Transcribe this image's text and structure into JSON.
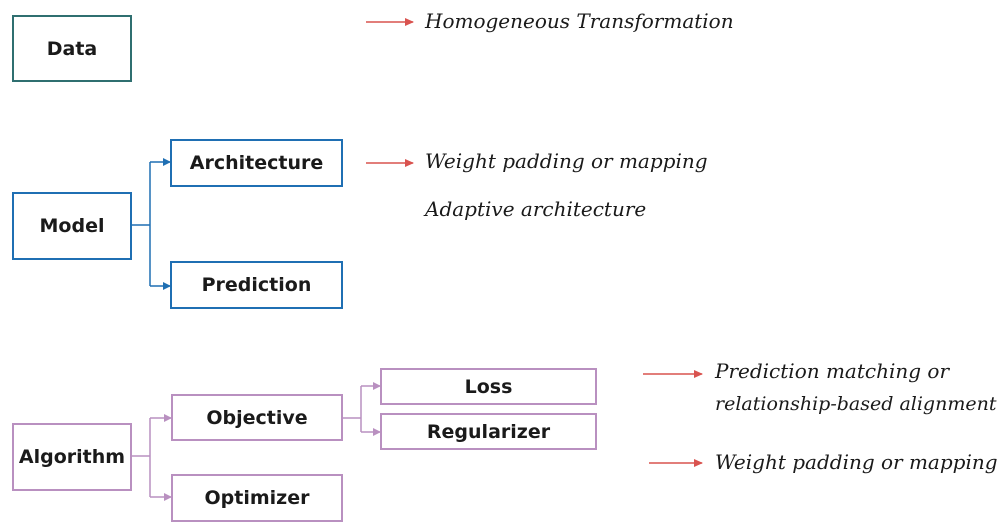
{
  "boxes": {
    "data": "Data",
    "model": "Model",
    "architecture": "Architecture",
    "prediction": "Prediction",
    "algorithm": "Algorithm",
    "objective": "Objective",
    "optimizer": "Optimizer",
    "loss": "Loss",
    "regularizer": "Regularizer"
  },
  "notes": {
    "homogeneous": "Homogeneous Transformation",
    "weight_padding_model": "Weight padding or mapping",
    "adaptive_architecture": "Adaptive architecture",
    "prediction_matching_line1": "Prediction matching or",
    "prediction_matching_line2": "relationship-based alignment",
    "weight_padding_algorithm": "Weight padding or mapping"
  },
  "colors": {
    "data_border": "#2f6f70",
    "model_border": "#1f6fb3",
    "algorithm_border": "#b990c0",
    "arrow": "#d9534f"
  }
}
